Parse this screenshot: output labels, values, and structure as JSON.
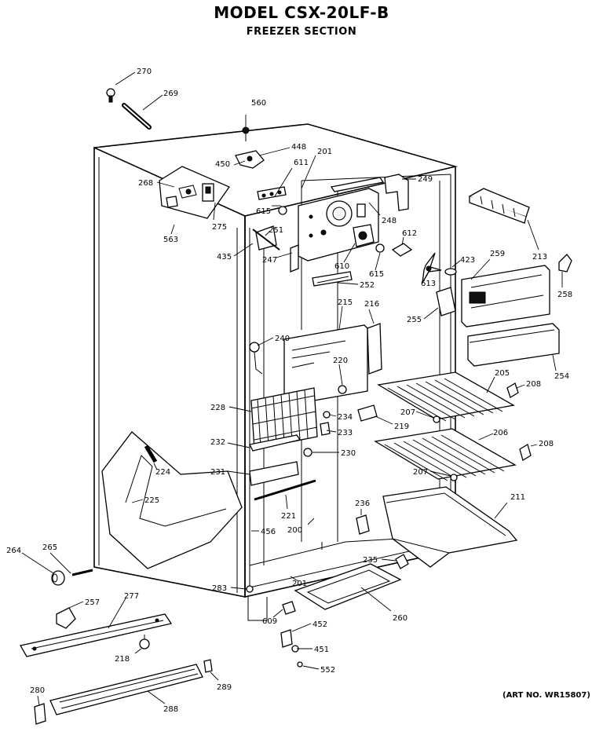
{
  "header": {
    "model_title": "MODEL CSX-20LF-B",
    "section_title": "FREEZER SECTION"
  },
  "footer": {
    "art_no": "(ART NO. WR15807)"
  },
  "callouts": [
    {
      "id": "270",
      "text": "270"
    },
    {
      "id": "269",
      "text": "269"
    },
    {
      "id": "560",
      "text": "560"
    },
    {
      "id": "448",
      "text": "448"
    },
    {
      "id": "450",
      "text": "450"
    },
    {
      "id": "201a",
      "text": "201"
    },
    {
      "id": "611",
      "text": "611"
    },
    {
      "id": "268",
      "text": "268"
    },
    {
      "id": "249",
      "text": "249"
    },
    {
      "id": "615a",
      "text": "615"
    },
    {
      "id": "248",
      "text": "248"
    },
    {
      "id": "563",
      "text": "563"
    },
    {
      "id": "275",
      "text": "275"
    },
    {
      "id": "251",
      "text": "251"
    },
    {
      "id": "612",
      "text": "612"
    },
    {
      "id": "213",
      "text": "213"
    },
    {
      "id": "435",
      "text": "435"
    },
    {
      "id": "247",
      "text": "247"
    },
    {
      "id": "610",
      "text": "610"
    },
    {
      "id": "423",
      "text": "423"
    },
    {
      "id": "259",
      "text": "259"
    },
    {
      "id": "615b",
      "text": "615"
    },
    {
      "id": "613",
      "text": "613"
    },
    {
      "id": "252a",
      "text": "252"
    },
    {
      "id": "258",
      "text": "258"
    },
    {
      "id": "215",
      "text": "215"
    },
    {
      "id": "216",
      "text": "216"
    },
    {
      "id": "255",
      "text": "255"
    },
    {
      "id": "240",
      "text": "240"
    },
    {
      "id": "220",
      "text": "220"
    },
    {
      "id": "205",
      "text": "205"
    },
    {
      "id": "254",
      "text": "254"
    },
    {
      "id": "208a",
      "text": "208"
    },
    {
      "id": "228",
      "text": "228"
    },
    {
      "id": "234",
      "text": "234"
    },
    {
      "id": "207a",
      "text": "207"
    },
    {
      "id": "219",
      "text": "219"
    },
    {
      "id": "233",
      "text": "233"
    },
    {
      "id": "206",
      "text": "206"
    },
    {
      "id": "232",
      "text": "232"
    },
    {
      "id": "208b",
      "text": "208"
    },
    {
      "id": "230",
      "text": "230"
    },
    {
      "id": "224",
      "text": "224"
    },
    {
      "id": "231",
      "text": "231"
    },
    {
      "id": "207b",
      "text": "207"
    },
    {
      "id": "211",
      "text": "211"
    },
    {
      "id": "225",
      "text": "225"
    },
    {
      "id": "236",
      "text": "236"
    },
    {
      "id": "221",
      "text": "221"
    },
    {
      "id": "456",
      "text": "456"
    },
    {
      "id": "200",
      "text": "200"
    },
    {
      "id": "264",
      "text": "264"
    },
    {
      "id": "265",
      "text": "265"
    },
    {
      "id": "235",
      "text": "235"
    },
    {
      "id": "201b",
      "text": "201"
    },
    {
      "id": "283",
      "text": "283"
    },
    {
      "id": "257",
      "text": "257"
    },
    {
      "id": "277",
      "text": "277"
    },
    {
      "id": "260",
      "text": "260"
    },
    {
      "id": "609",
      "text": "609"
    },
    {
      "id": "452",
      "text": "452"
    },
    {
      "id": "451",
      "text": "451"
    },
    {
      "id": "218",
      "text": "218"
    },
    {
      "id": "552",
      "text": "552"
    },
    {
      "id": "280",
      "text": "280"
    },
    {
      "id": "289",
      "text": "289"
    },
    {
      "id": "288",
      "text": "288"
    }
  ]
}
